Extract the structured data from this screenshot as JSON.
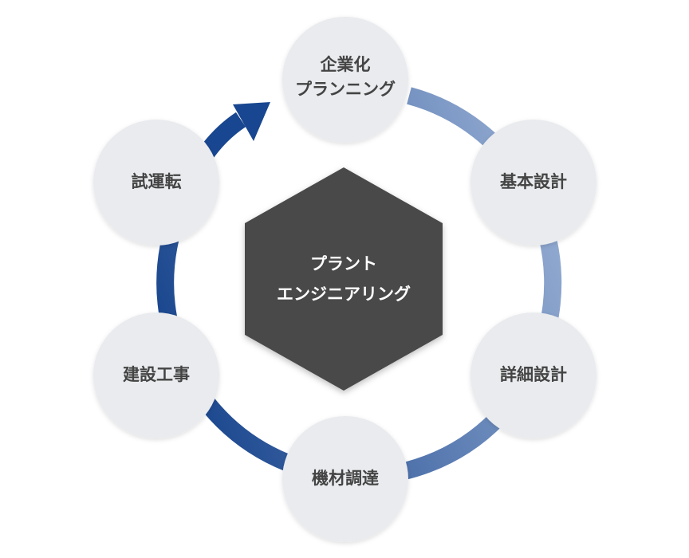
{
  "center": {
    "line1": "プラント",
    "line2": "エンジニアリング"
  },
  "steps": [
    {
      "line1": "企業化",
      "line2": "プランニング"
    },
    {
      "line1": "基本設計"
    },
    {
      "line1": "詳細設計"
    },
    {
      "line1": "機材調達"
    },
    {
      "line1": "建設工事"
    },
    {
      "line1": "試運転"
    }
  ],
  "colors": {
    "ring_light": "#94acd2",
    "ring_dark": "#12408a",
    "node_fill": "#e9ebee",
    "center_fill": "#4a4a4a",
    "node_text": "#444444",
    "center_text": "#ffffff"
  }
}
